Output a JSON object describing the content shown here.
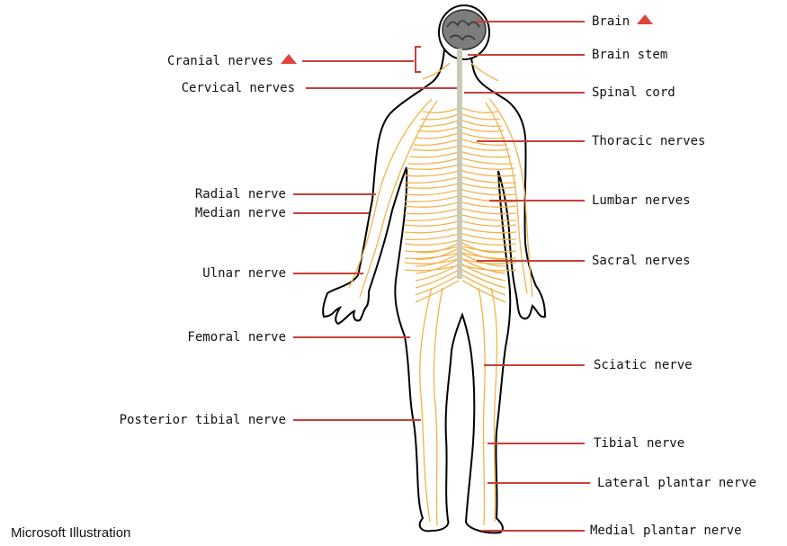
{
  "diagram": {
    "left_labels": [
      {
        "text": "Cranial nerves",
        "has_marker": true
      },
      {
        "text": "Cervical nerves"
      },
      {
        "text": "Radial nerve"
      },
      {
        "text": "Median nerve"
      },
      {
        "text": "Ulnar nerve"
      },
      {
        "text": "Femoral nerve"
      },
      {
        "text": "Posterior tibial nerve"
      }
    ],
    "right_labels": [
      {
        "text": "Brain",
        "has_marker": true
      },
      {
        "text": "Brain stem"
      },
      {
        "text": "Spinal cord"
      },
      {
        "text": "Thoracic nerves"
      },
      {
        "text": "Lumbar nerves"
      },
      {
        "text": "Sacral nerves"
      },
      {
        "text": "Sciatic nerve"
      },
      {
        "text": "Tibial nerve"
      },
      {
        "text": "Lateral plantar nerve"
      },
      {
        "text": "Medial plantar nerve"
      }
    ],
    "credit": "Microsoft Illustration",
    "colors": {
      "leader_line": "#c8403a",
      "marker": "#e0453a",
      "nerve": "#f3b24a",
      "spinal_cord": "#c9cbb8",
      "brain": "#7d7d7d",
      "outline": "#000000"
    }
  }
}
